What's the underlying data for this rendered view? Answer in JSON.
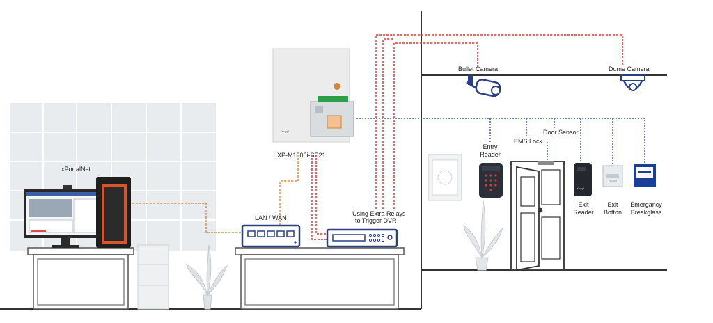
{
  "labels": {
    "xportalnet": "xPortalNet",
    "controller": "XP-M1000i-SE21",
    "lan_wan": "LAN / WAN",
    "relays_line1": "Using Extra Relays",
    "relays_line2": "to Trigger DVR",
    "bullet_camera": "Bullet Camera",
    "dome_camera": "Dome Camera",
    "entry_reader_line1": "Entry",
    "entry_reader_line2": "Reader",
    "ems_lock": "EMS Lock",
    "door_sensor": "Door Sensor",
    "exit_reader_line1": "Exit",
    "exit_reader_line2": "Reader",
    "exit_button_line1": "Exit",
    "exit_button_line2": "Botton",
    "breakglass_line1": "Emergancy",
    "breakglass_line2": "Breakglass"
  },
  "colors": {
    "network_link": "#e8923a",
    "alarm_link": "#e03a3a",
    "access_link": "#3a5fb0",
    "wall": "#333333",
    "device_blue": "#2b3f87"
  }
}
